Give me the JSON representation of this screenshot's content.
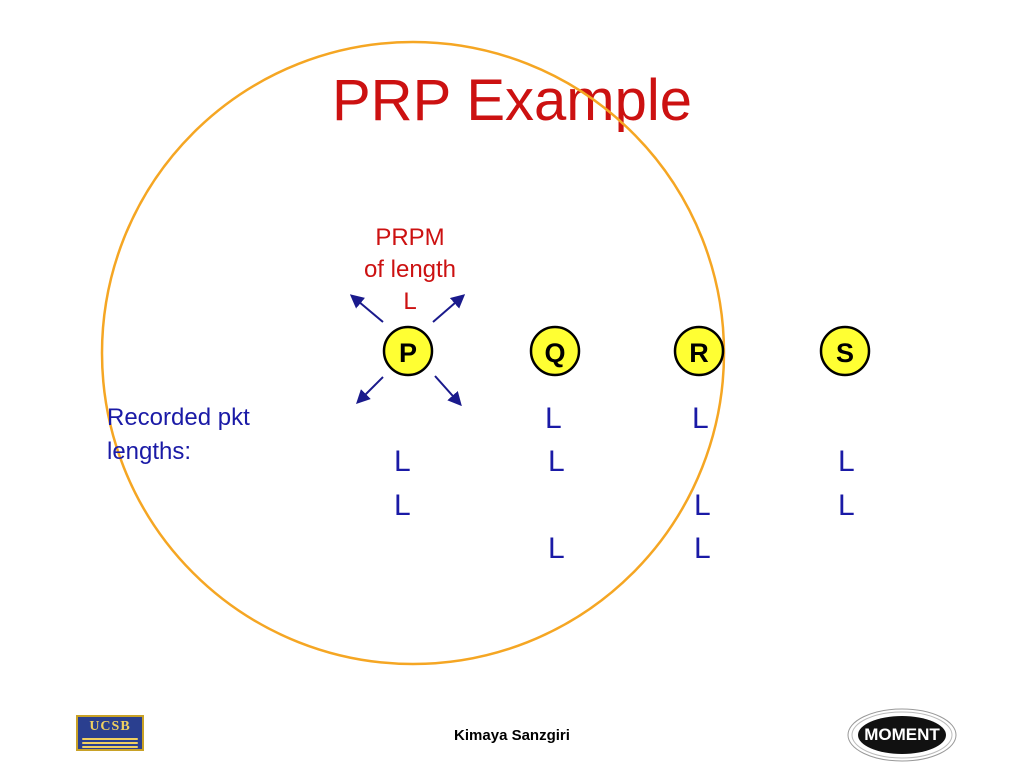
{
  "slide": {
    "title": "PRP Example",
    "footer_author": "Kimaya Sanzgiri"
  },
  "annotation": {
    "lines": [
      "PRPM",
      "of length",
      "L"
    ]
  },
  "recorded": {
    "label_lines": [
      "Recorded pkt",
      "lengths:"
    ],
    "columns": [
      {
        "node": "P",
        "entries": [
          "L",
          "L"
        ]
      },
      {
        "node": "Q",
        "entries": [
          "L",
          "L",
          "L"
        ]
      },
      {
        "node": "R",
        "entries": [
          "L",
          "L",
          "L"
        ]
      },
      {
        "node": "S",
        "entries": [
          "L",
          "L"
        ]
      }
    ]
  },
  "nodes": [
    {
      "id": "P",
      "label": "P"
    },
    {
      "id": "Q",
      "label": "Q"
    },
    {
      "id": "R",
      "label": "R"
    },
    {
      "id": "S",
      "label": "S"
    }
  ],
  "logos": {
    "left": "UCSB",
    "right": "MOMENT"
  },
  "colors": {
    "title": "#cc1111",
    "annotation": "#cc1111",
    "text_blue": "#1a1aa6",
    "arrow": "#1a1a8c",
    "range_circle": "#f5a623",
    "node_fill": "#ffff33",
    "node_stroke": "#000000"
  }
}
